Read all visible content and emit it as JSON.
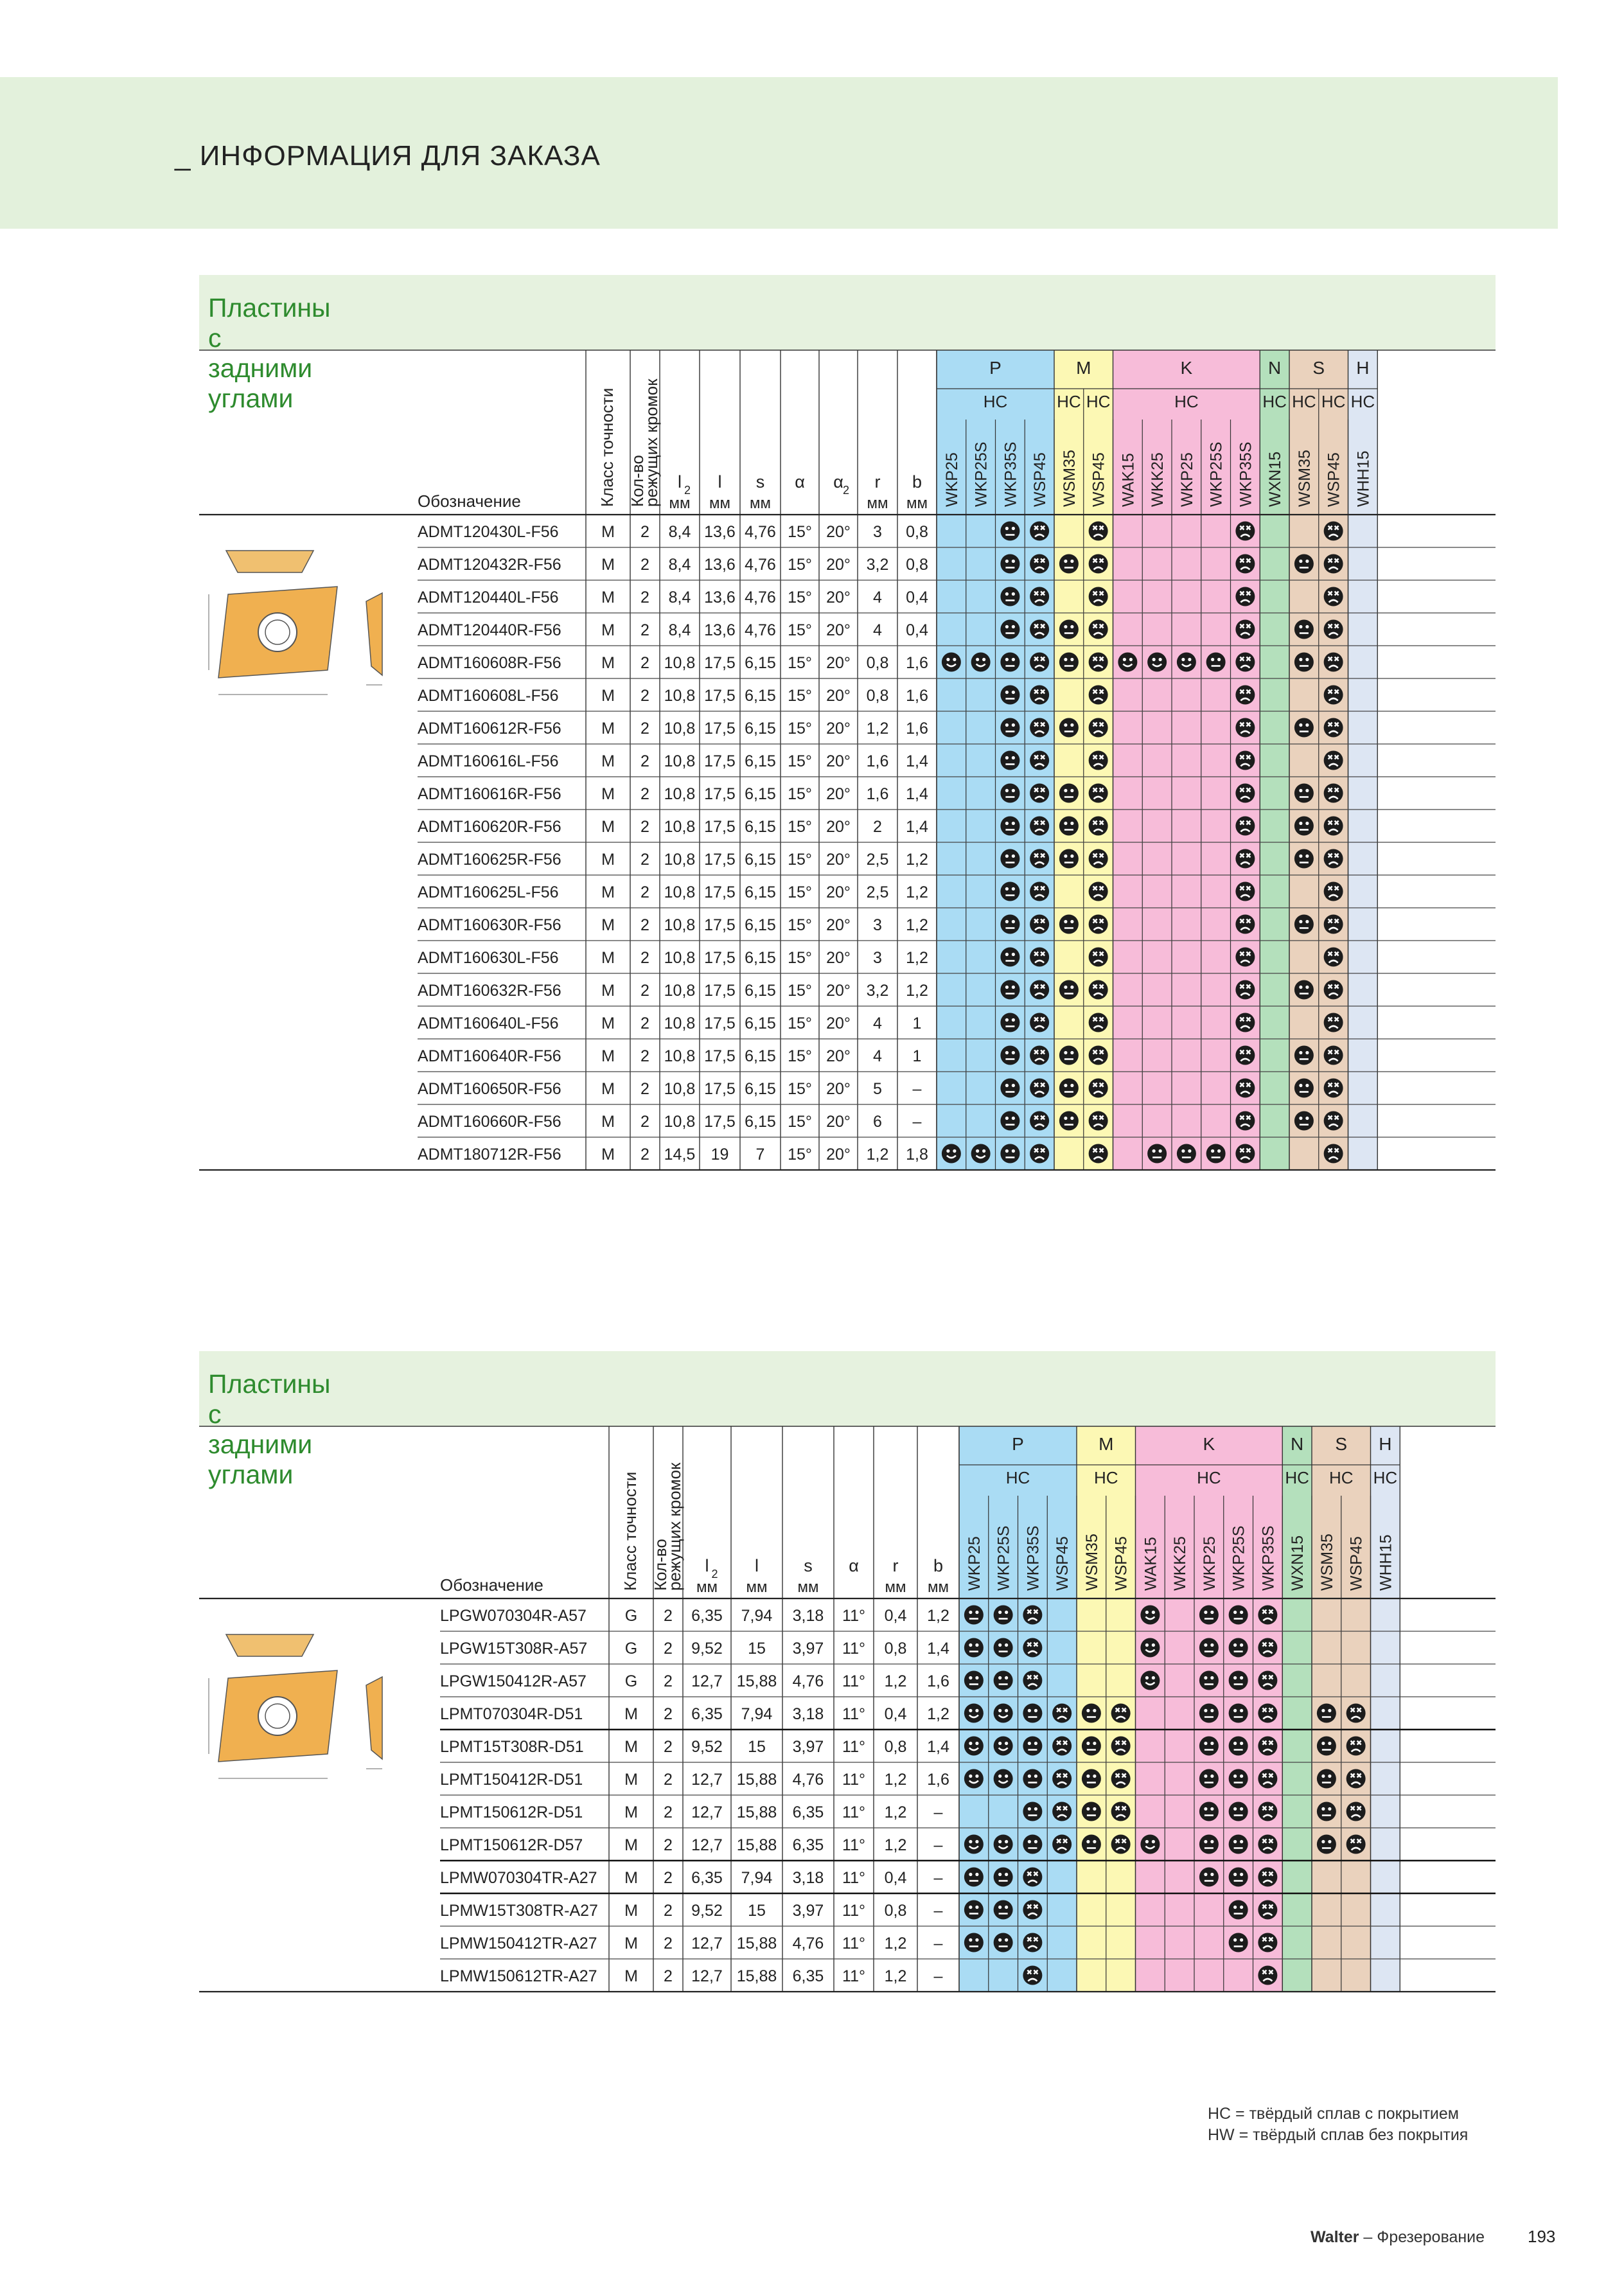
{
  "page": {
    "heading": "_ ИНФОРМАЦИЯ ДЛЯ ЗАКАЗА",
    "legend": [
      "HC = твёрдый сплав с покрытием",
      "HW = твёрдый сплав без покрытия"
    ],
    "footer_brand": "Walter",
    "footer_text": " – Фрезерование",
    "page_number": "193"
  },
  "colors": {
    "P": "#aadcf4",
    "M": "#fcf8b4",
    "K": "#f7bcd9",
    "N": "#b4e0bc",
    "S": "#ead2bd",
    "H": "#dde6f3",
    "band": "#e6f2df",
    "title": "#2e8b2e"
  },
  "icons": {
    "s": "smiley-face-icon",
    "n": "neutral-face-icon",
    "f": "frown-face-icon"
  },
  "tables": [
    {
      "title": "Пластины с задними углами",
      "headers": {
        "designation": "Обозначение",
        "rot": [
          "Класс точности",
          "Кол-во",
          "режущих кромок"
        ],
        "dims": [
          {
            "sym": "l",
            "sub": "2",
            "unit": "мм"
          },
          {
            "sym": "l",
            "sub": "",
            "unit": "мм"
          },
          {
            "sym": "s",
            "sub": "",
            "unit": "мм"
          },
          {
            "sym": "α",
            "sub": "",
            "unit": ""
          },
          {
            "sym": "α",
            "sub": "2",
            "unit": ""
          },
          {
            "sym": "r",
            "sub": "",
            "unit": "мм"
          },
          {
            "sym": "b",
            "sub": "",
            "unit": "мм"
          }
        ],
        "groups": [
          {
            "g": "P",
            "sub": "HC",
            "grades": [
              "WKP25",
              "WKP25S",
              "WKP35S",
              "WSP45"
            ]
          },
          {
            "g": "M",
            "sub": "HC|HC",
            "grades": [
              "WSM35",
              "WSP45"
            ]
          },
          {
            "g": "K",
            "sub": "HC",
            "grades": [
              "WAK15",
              "WKK25",
              "WKP25",
              "WKP25S",
              "WKP35S"
            ]
          },
          {
            "g": "N",
            "sub": "HC",
            "grades": [
              "WXN15"
            ]
          },
          {
            "g": "S",
            "sub": "HC|HC",
            "grades": [
              "WSM35",
              "WSP45"
            ]
          },
          {
            "g": "H",
            "sub": "HC",
            "grades": [
              "WHH15"
            ]
          }
        ]
      },
      "rows": [
        {
          "d": "ADMT120430L-F56",
          "v": [
            "M",
            "2",
            "8,4",
            "13,6",
            "4,76",
            "15°",
            "20°",
            "3",
            "0,8"
          ],
          "g": "..nf.f....f..f."
        },
        {
          "d": "ADMT120432R-F56",
          "v": [
            "M",
            "2",
            "8,4",
            "13,6",
            "4,76",
            "15°",
            "20°",
            "3,2",
            "0,8"
          ],
          "g": "..nfnf....f.nf."
        },
        {
          "d": "ADMT120440L-F56",
          "v": [
            "M",
            "2",
            "8,4",
            "13,6",
            "4,76",
            "15°",
            "20°",
            "4",
            "0,4"
          ],
          "g": "..nf.f....f..f."
        },
        {
          "d": "ADMT120440R-F56",
          "v": [
            "M",
            "2",
            "8,4",
            "13,6",
            "4,76",
            "15°",
            "20°",
            "4",
            "0,4"
          ],
          "g": "..nfnf....f.nf."
        },
        {
          "d": "ADMT160608R-F56",
          "v": [
            "M",
            "2",
            "10,8",
            "17,5",
            "6,15",
            "15°",
            "20°",
            "0,8",
            "1,6"
          ],
          "g": "ssnfnfsssnf.nf."
        },
        {
          "d": "ADMT160608L-F56",
          "v": [
            "M",
            "2",
            "10,8",
            "17,5",
            "6,15",
            "15°",
            "20°",
            "0,8",
            "1,6"
          ],
          "g": "..nf.f....f..f."
        },
        {
          "d": "ADMT160612R-F56",
          "v": [
            "M",
            "2",
            "10,8",
            "17,5",
            "6,15",
            "15°",
            "20°",
            "1,2",
            "1,6"
          ],
          "g": "..nfnf....f.nf."
        },
        {
          "d": "ADMT160616L-F56",
          "v": [
            "M",
            "2",
            "10,8",
            "17,5",
            "6,15",
            "15°",
            "20°",
            "1,6",
            "1,4"
          ],
          "g": "..nf.f....f..f."
        },
        {
          "d": "ADMT160616R-F56",
          "v": [
            "M",
            "2",
            "10,8",
            "17,5",
            "6,15",
            "15°",
            "20°",
            "1,6",
            "1,4"
          ],
          "g": "..nfnf....f.nf."
        },
        {
          "d": "ADMT160620R-F56",
          "v": [
            "M",
            "2",
            "10,8",
            "17,5",
            "6,15",
            "15°",
            "20°",
            "2",
            "1,4"
          ],
          "g": "..nfnf....f.nf."
        },
        {
          "d": "ADMT160625R-F56",
          "v": [
            "M",
            "2",
            "10,8",
            "17,5",
            "6,15",
            "15°",
            "20°",
            "2,5",
            "1,2"
          ],
          "g": "..nfnf....f.nf."
        },
        {
          "d": "ADMT160625L-F56",
          "v": [
            "M",
            "2",
            "10,8",
            "17,5",
            "6,15",
            "15°",
            "20°",
            "2,5",
            "1,2"
          ],
          "g": "..nf.f....f..f."
        },
        {
          "d": "ADMT160630R-F56",
          "v": [
            "M",
            "2",
            "10,8",
            "17,5",
            "6,15",
            "15°",
            "20°",
            "3",
            "1,2"
          ],
          "g": "..nfnf....f.nf."
        },
        {
          "d": "ADMT160630L-F56",
          "v": [
            "M",
            "2",
            "10,8",
            "17,5",
            "6,15",
            "15°",
            "20°",
            "3",
            "1,2"
          ],
          "g": "..nf.f....f..f."
        },
        {
          "d": "ADMT160632R-F56",
          "v": [
            "M",
            "2",
            "10,8",
            "17,5",
            "6,15",
            "15°",
            "20°",
            "3,2",
            "1,2"
          ],
          "g": "..nfnf....f.nf."
        },
        {
          "d": "ADMT160640L-F56",
          "v": [
            "M",
            "2",
            "10,8",
            "17,5",
            "6,15",
            "15°",
            "20°",
            "4",
            "1"
          ],
          "g": "..nf.f....f..f."
        },
        {
          "d": "ADMT160640R-F56",
          "v": [
            "M",
            "2",
            "10,8",
            "17,5",
            "6,15",
            "15°",
            "20°",
            "4",
            "1"
          ],
          "g": "..nfnf....f.nf."
        },
        {
          "d": "ADMT160650R-F56",
          "v": [
            "M",
            "2",
            "10,8",
            "17,5",
            "6,15",
            "15°",
            "20°",
            "5",
            "–"
          ],
          "g": "..nfnf....f.nf."
        },
        {
          "d": "ADMT160660R-F56",
          "v": [
            "M",
            "2",
            "10,8",
            "17,5",
            "6,15",
            "15°",
            "20°",
            "6",
            "–"
          ],
          "g": "..nfnf....f.nf."
        },
        {
          "d": "ADMT180712R-F56",
          "v": [
            "M",
            "2",
            "14,5",
            "19",
            "7",
            "15°",
            "20°",
            "1,2",
            "1,8"
          ],
          "g": "ssnf.f.nnnf..f."
        }
      ],
      "separators": []
    },
    {
      "title": "Пластины с задними углами",
      "headers": {
        "designation": "Обозначение",
        "rot": [
          "Класс точности",
          "Кол-во",
          "режущих кромок"
        ],
        "dims": [
          {
            "sym": "l",
            "sub": "2",
            "unit": "мм"
          },
          {
            "sym": "l",
            "sub": "",
            "unit": "мм"
          },
          {
            "sym": "s",
            "sub": "",
            "unit": "мм"
          },
          {
            "sym": "α",
            "sub": "",
            "unit": ""
          },
          {
            "sym": "r",
            "sub": "",
            "unit": "мм"
          },
          {
            "sym": "b",
            "sub": "",
            "unit": "мм"
          }
        ],
        "groups": [
          {
            "g": "P",
            "sub": "HC",
            "grades": [
              "WKP25",
              "WKP25S",
              "WKP35S",
              "WSP45"
            ]
          },
          {
            "g": "M",
            "sub": "HC",
            "grades": [
              "WSM35",
              "WSP45"
            ]
          },
          {
            "g": "K",
            "sub": "HC",
            "grades": [
              "WAK15",
              "WKK25",
              "WKP25",
              "WKP25S",
              "WKP35S"
            ]
          },
          {
            "g": "N",
            "sub": "HC",
            "grades": [
              "WXN15"
            ]
          },
          {
            "g": "S",
            "sub": "HC",
            "grades": [
              "WSM35",
              "WSP45"
            ]
          },
          {
            "g": "H",
            "sub": "HC",
            "grades": [
              "WHH15"
            ]
          }
        ]
      },
      "rows": [
        {
          "d": "LPGW070304R-A57",
          "v": [
            "G",
            "2",
            "6,35",
            "7,94",
            "3,18",
            "11°",
            "0,4",
            "1,2"
          ],
          "g": "nnf...s.nnf...."
        },
        {
          "d": "LPGW15T308R-A57",
          "v": [
            "G",
            "2",
            "9,52",
            "15",
            "3,97",
            "11°",
            "0,8",
            "1,4"
          ],
          "g": "nnf...s.nnf...."
        },
        {
          "d": "LPGW150412R-A57",
          "v": [
            "G",
            "2",
            "12,7",
            "15,88",
            "4,76",
            "11°",
            "1,2",
            "1,6"
          ],
          "g": "nnf...s.nnf...."
        },
        {
          "d": "LPMT070304R-D51",
          "v": [
            "M",
            "2",
            "6,35",
            "7,94",
            "3,18",
            "11°",
            "0,4",
            "1,2"
          ],
          "g": "ssnfnf..nnf.nf."
        },
        {
          "d": "LPMT15T308R-D51",
          "v": [
            "M",
            "2",
            "9,52",
            "15",
            "3,97",
            "11°",
            "0,8",
            "1,4"
          ],
          "g": "ssnfnf..nnf.nf."
        },
        {
          "d": "LPMT150412R-D51",
          "v": [
            "M",
            "2",
            "12,7",
            "15,88",
            "4,76",
            "11°",
            "1,2",
            "1,6"
          ],
          "g": "ssnfnf..nnf.nf."
        },
        {
          "d": "LPMT150612R-D51",
          "v": [
            "M",
            "2",
            "12,7",
            "15,88",
            "6,35",
            "11°",
            "1,2",
            "–"
          ],
          "g": "..nfnf..nnf.nf."
        },
        {
          "d": "LPMT150612R-D57",
          "v": [
            "M",
            "2",
            "12,7",
            "15,88",
            "6,35",
            "11°",
            "1,2",
            "–"
          ],
          "g": "ssnfnfs.nnf.nf."
        },
        {
          "d": "LPMW070304TR-A27",
          "v": [
            "M",
            "2",
            "6,35",
            "7,94",
            "3,18",
            "11°",
            "0,4",
            "–"
          ],
          "g": "nnf.....nnf...."
        },
        {
          "d": "LPMW15T308TR-A27",
          "v": [
            "M",
            "2",
            "9,52",
            "15",
            "3,97",
            "11°",
            "0,8",
            "–"
          ],
          "g": "nnf......nf...."
        },
        {
          "d": "LPMW150412TR-A27",
          "v": [
            "M",
            "2",
            "12,7",
            "15,88",
            "4,76",
            "11°",
            "1,2",
            "–"
          ],
          "g": "nnf......nf...."
        },
        {
          "d": "LPMW150612TR-A27",
          "v": [
            "M",
            "2",
            "12,7",
            "15,88",
            "6,35",
            "11°",
            "1,2",
            "–"
          ],
          "g": "..f.......f...."
        }
      ],
      "separators": [
        3,
        7,
        8
      ]
    }
  ]
}
